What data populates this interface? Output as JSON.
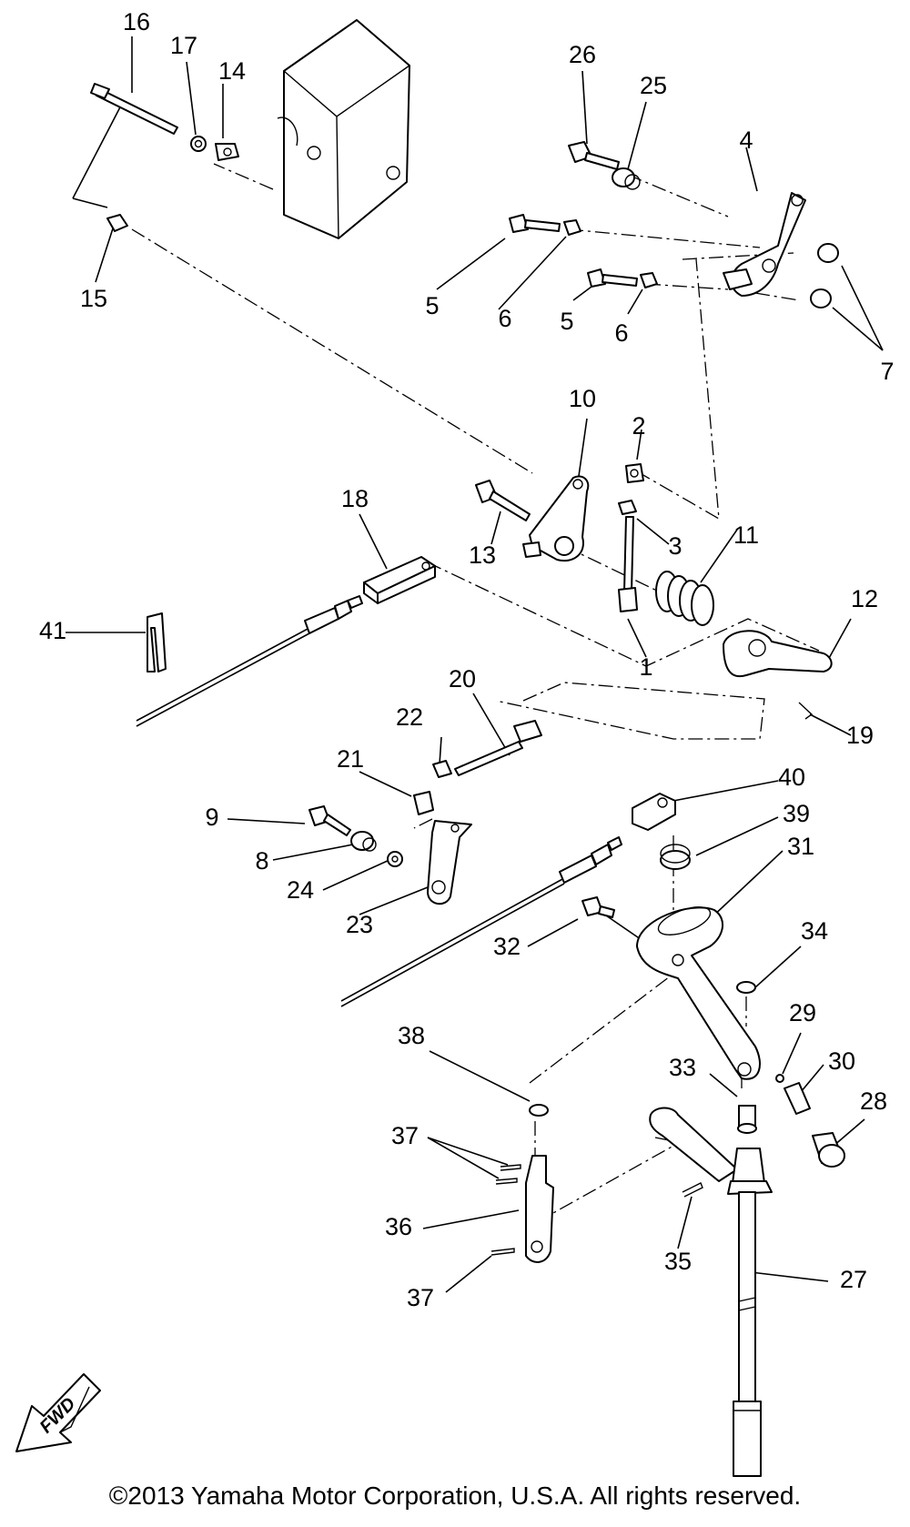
{
  "labels": {
    "p1": "1",
    "p2": "2",
    "p3": "3",
    "p4": "4",
    "p5a": "5",
    "p5b": "5",
    "p6a": "6",
    "p6b": "6",
    "p7": "7",
    "p8": "8",
    "p9": "9",
    "p10": "10",
    "p11": "11",
    "p12": "12",
    "p13": "13",
    "p14": "14",
    "p15": "15",
    "p16": "16",
    "p17": "17",
    "p18": "18",
    "p19": "19",
    "p20": "20",
    "p21": "21",
    "p22": "22",
    "p23": "23",
    "p24": "24",
    "p25": "25",
    "p26": "26",
    "p27": "27",
    "p28": "28",
    "p29": "29",
    "p30": "30",
    "p31": "31",
    "p32": "32",
    "p33": "33",
    "p34": "34",
    "p35": "35",
    "p36": "36",
    "p37a": "37",
    "p37b": "37",
    "p38": "38",
    "p39": "39",
    "p40": "40",
    "p41": "41"
  },
  "fwd_label": "FWD",
  "copyright": "©2013 Yamaha Motor Corporation, U.S.A. All rights reserved."
}
